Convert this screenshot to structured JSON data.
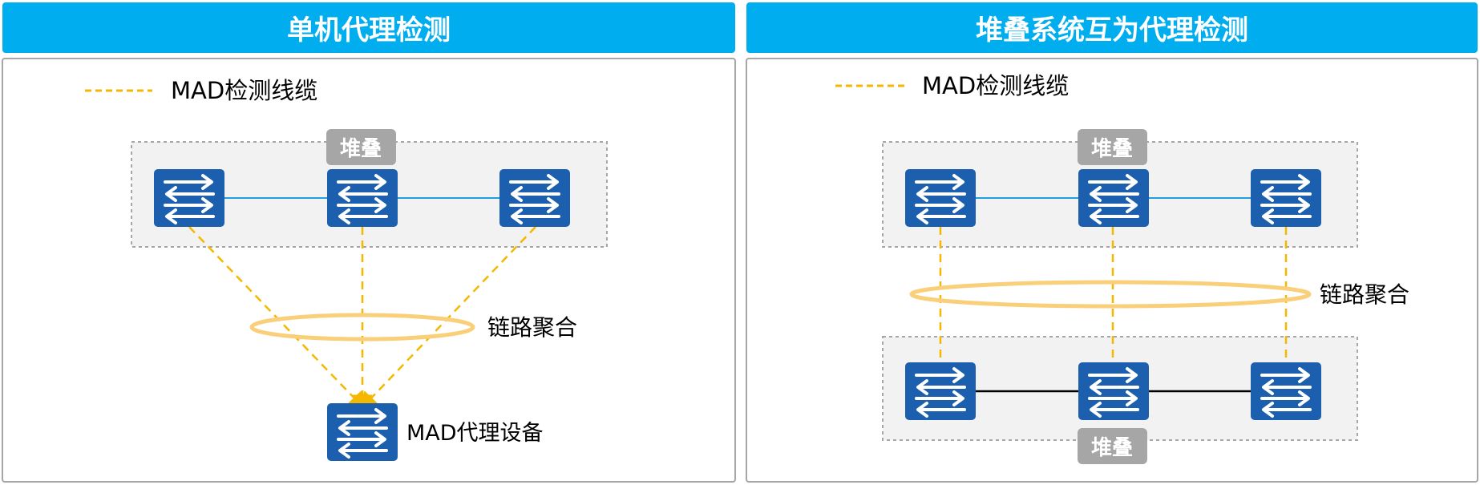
{
  "left_panel": {
    "title": "单机代理检测",
    "legend_label": "MAD检测线缆",
    "stack_label": "堆叠",
    "link_agg_label": "链路聚合",
    "proxy_label": "MAD代理设备"
  },
  "right_panel": {
    "title": "堆叠系统互为代理检测",
    "legend_label": "MAD检测线缆",
    "stack_label_top": "堆叠",
    "stack_label_bottom": "堆叠",
    "link_agg_label": "链路聚合"
  },
  "colors": {
    "header_bg": "#00aeef",
    "switch_fill": "#1b5fae",
    "mad_cable": "#f5b800",
    "link_agg_ring": "#f9cf7a",
    "stack_link": "#1e9fe0",
    "stack_tag": "#a6a6a6",
    "stack_area": "#f2f2f2"
  },
  "icons": [
    "switch-icon"
  ]
}
